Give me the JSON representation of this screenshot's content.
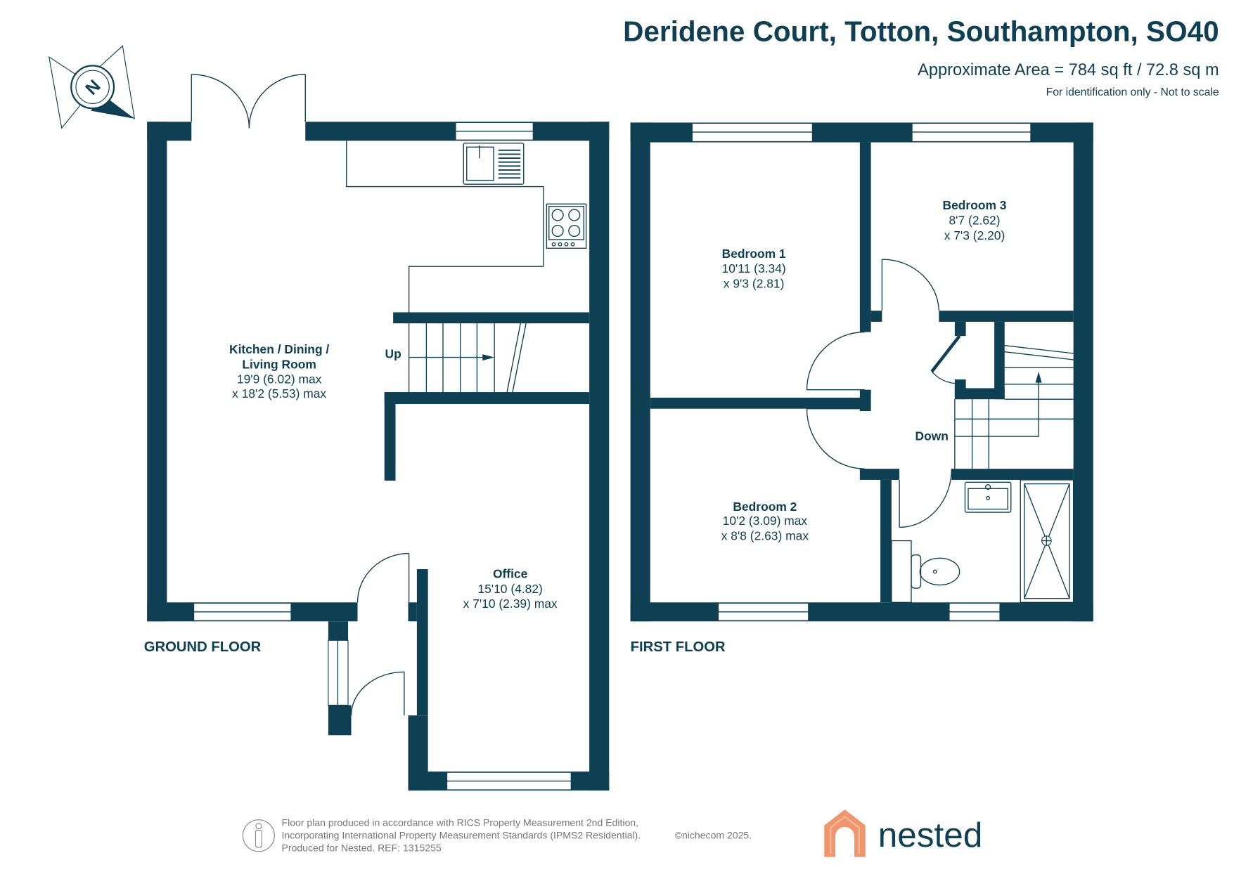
{
  "header": {
    "title": "Deridene Court, Totton, Southampton, SO40",
    "area": "Approximate Area = 784 sq ft / 72.8 sq m",
    "note": "For identification only - Not to scale"
  },
  "compass": {
    "label": "N"
  },
  "ground_floor": {
    "label": "GROUND FLOOR",
    "stairs_label": "Up",
    "rooms": [
      {
        "name_line1": "Kitchen / Dining /",
        "name_line2": "Living Room",
        "dim1": "19'9 (6.02) max",
        "dim2": "x 18'2 (5.53) max"
      },
      {
        "name": "Office",
        "dim1": "15'10 (4.82)",
        "dim2": "x 7'10 (2.39) max"
      }
    ]
  },
  "first_floor": {
    "label": "FIRST FLOOR",
    "stairs_label": "Down",
    "rooms": [
      {
        "name": "Bedroom 1",
        "dim1": "10'11 (3.34)",
        "dim2": "x 9'3 (2.81)"
      },
      {
        "name": "Bedroom 2",
        "dim1": "10'2 (3.09) max",
        "dim2": "x 8'8 (2.63) max"
      },
      {
        "name": "Bedroom 3",
        "dim1": "8'7 (2.62)",
        "dim2": "x 7'3 (2.20)"
      }
    ]
  },
  "footer": {
    "line1": "Floor plan produced in accordance with RICS Property Measurement 2nd Edition,",
    "line2": "Incorporating International Property Measurement Standards (IPMS2 Residential).",
    "copyright": "©nichecom 2025.",
    "line3": "Produced for Nested.  REF:  1315255"
  },
  "logo": {
    "text": "nested",
    "brand_color": "#f0966e",
    "text_color": "#0e3f52"
  },
  "colors": {
    "wall": "#0e3f52"
  }
}
